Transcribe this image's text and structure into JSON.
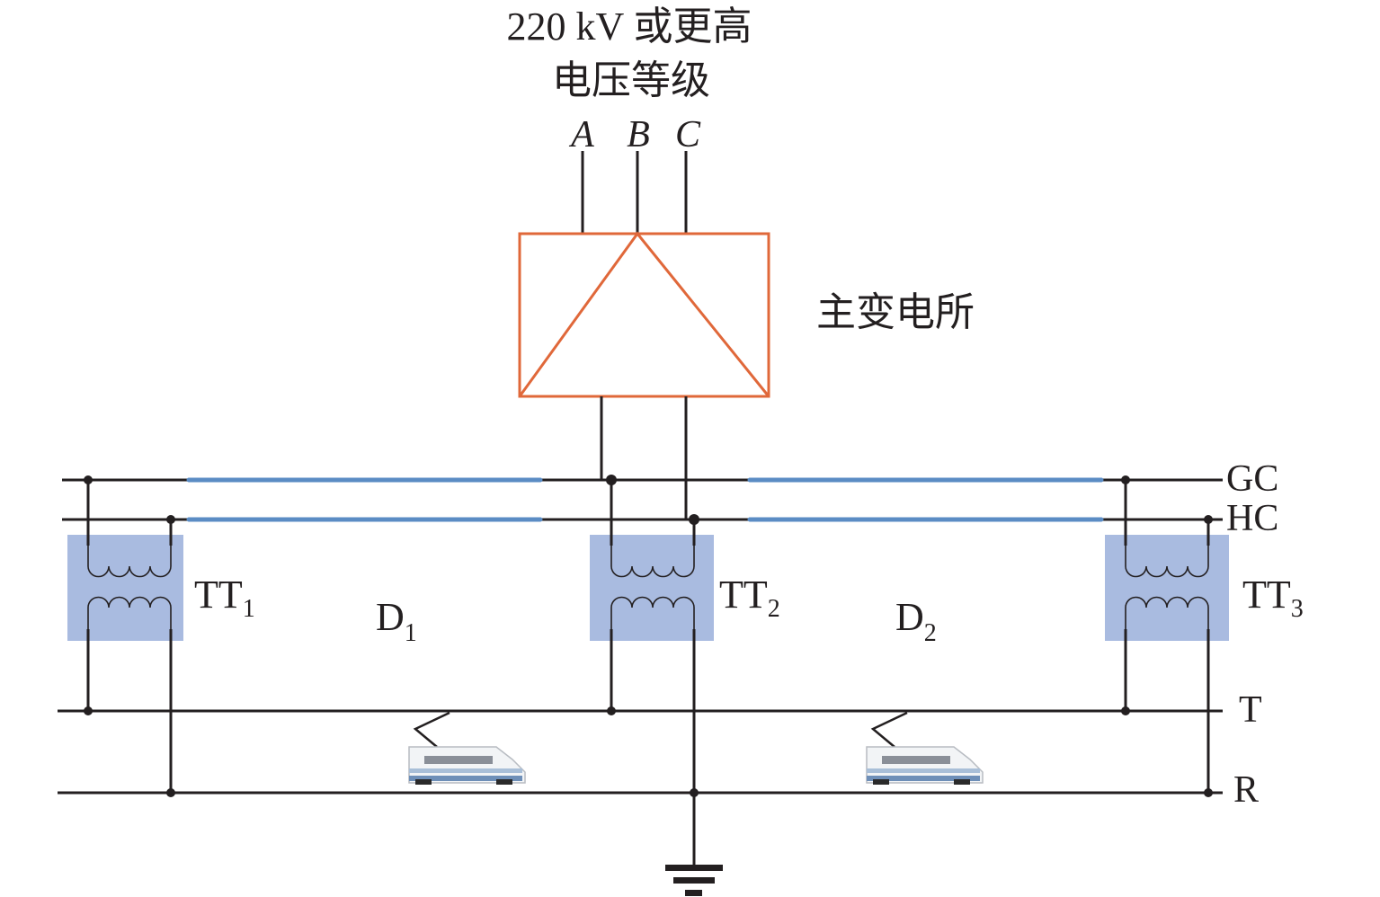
{
  "title": {
    "line1": "220 kV 或更高",
    "line2": "电压等级"
  },
  "phases": [
    "A",
    "B",
    "C"
  ],
  "substation": {
    "label": "主变电所",
    "border_color": "#e0683a"
  },
  "lines": {
    "gc": "GC",
    "hc": "HC",
    "t": "T",
    "r": "R"
  },
  "transformers": [
    {
      "name": "TT",
      "sub": "1"
    },
    {
      "name": "TT",
      "sub": "2"
    },
    {
      "name": "TT",
      "sub": "3"
    }
  ],
  "sections": [
    {
      "name": "D",
      "sub": "1"
    },
    {
      "name": "D",
      "sub": "2"
    }
  ],
  "colors": {
    "feeder": "#5b8cc4",
    "transformer_fill": "#a9bbe0",
    "wire": "#231f20"
  },
  "icons": [
    "train-icon",
    "pantograph-icon",
    "ground-icon"
  ]
}
